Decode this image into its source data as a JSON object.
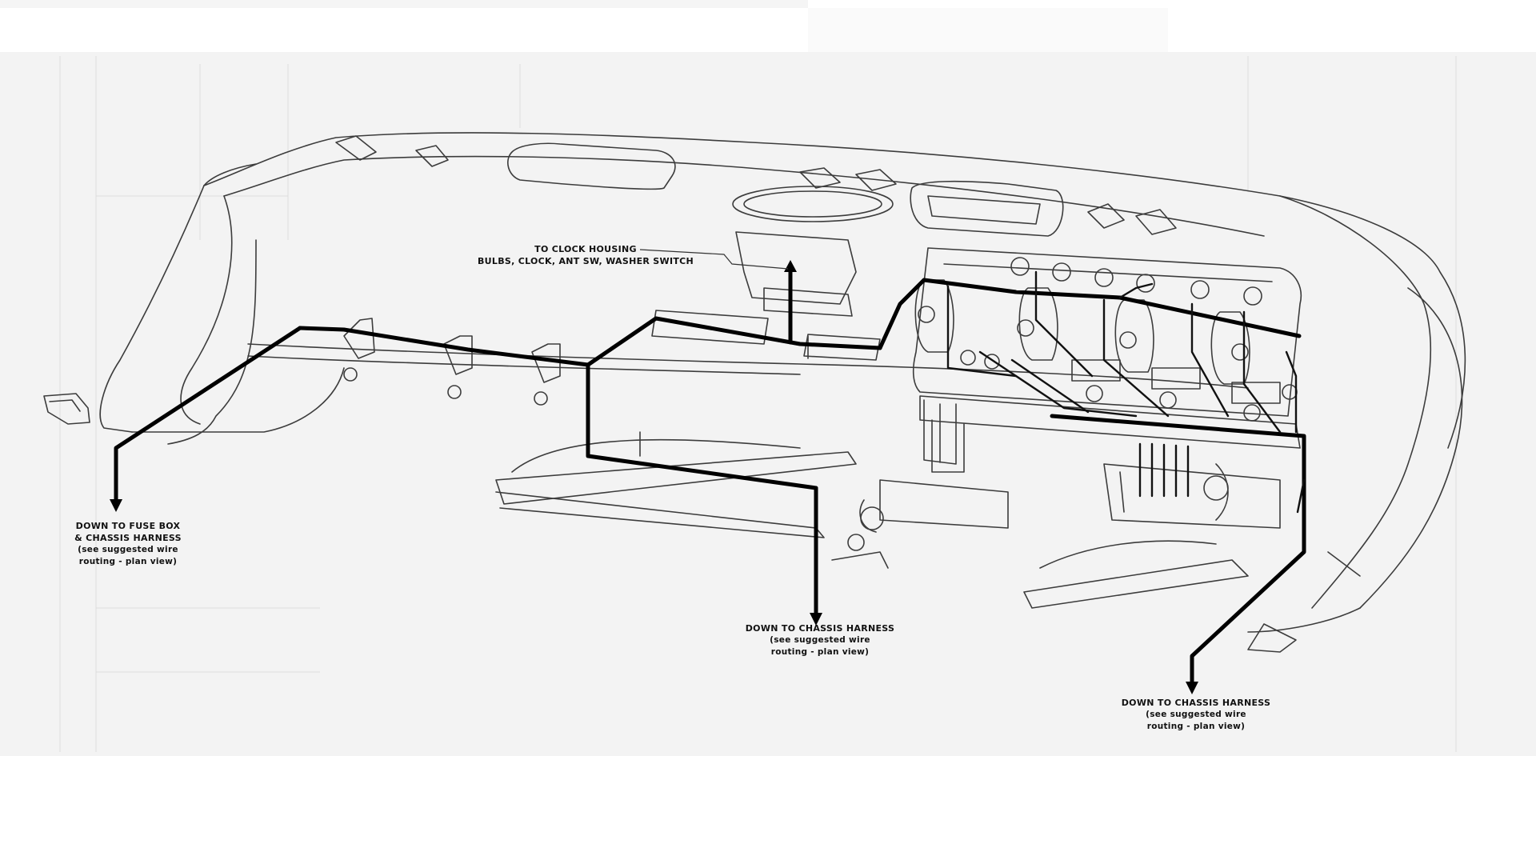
{
  "diagram": {
    "labels": {
      "clock_housing": {
        "line1": "TO CLOCK HOUSING",
        "line2": "BULBS, CLOCK, ANT SW, WASHER SWITCH"
      },
      "fuse_box": {
        "line1": "DOWN TO FUSE BOX",
        "line2": "& CHASSIS HARNESS",
        "line3": "(see suggested wire",
        "line4": "routing - plan view)"
      },
      "chassis_center": {
        "line1": "DOWN TO CHASSIS HARNESS",
        "line2": "(see suggested wire",
        "line3": "routing - plan view)"
      },
      "chassis_right": {
        "line1": "DOWN TO CHASSIS HARNESS",
        "line2": "(see suggested wire",
        "line3": "routing - plan view)"
      }
    },
    "colors": {
      "wire": "#000000",
      "drawing": "#444444",
      "background": "#f2f2f2",
      "paper": "#ffffff"
    }
  }
}
